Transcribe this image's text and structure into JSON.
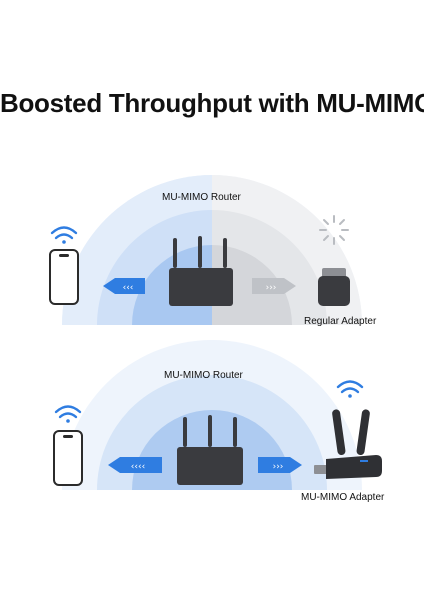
{
  "title": "Boosted Throughput with MU-MIMO",
  "scene_top": {
    "router_label": "MU-MIMO Router",
    "device_label": "Regular Adapter"
  },
  "scene_bottom": {
    "router_label": "MU-MIMO Router",
    "device_label": "MU-MIMO Adapter"
  },
  "colors": {
    "arc_blue": "#2f7de1",
    "arc_gray": "#d9dbe0",
    "device_dark": "#3a3b3f",
    "arrow_blue": "#2f7de1",
    "arrow_gray": "#bfc2c7"
  }
}
